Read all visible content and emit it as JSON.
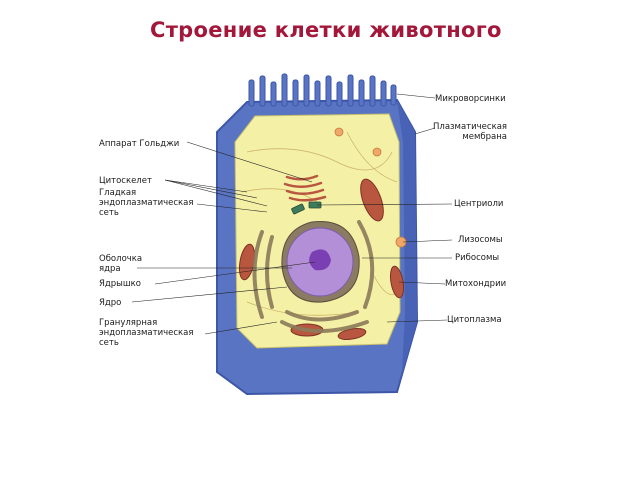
{
  "title": "Строение клетки животного",
  "labels": {
    "microvilli": "Микроворсинки",
    "plasma_membrane": "Плазматическая мембрана",
    "golgi": "Аппарат Гольджи",
    "cytoskeleton": "Цитоскелет",
    "smooth_er": "Гладкая эндоплазматическая сеть",
    "centrioles": "Центриоли",
    "lysosomes": "Лизосомы",
    "nuclear_envelope": "Оболочка ядра",
    "ribosomes": "Рибосомы",
    "nucleolus": "Ядрышко",
    "mitochondria": "Митохондрии",
    "nucleus": "Ядро",
    "rough_er": "Гранулярная эндоплазматическая сеть",
    "cytoplasm": "Цитоплазма"
  },
  "colors": {
    "title": "#a3173a",
    "membrane": "#5a74c4",
    "cytoplasm": "#f4f0a6",
    "nucleus": "#b28fd6",
    "nucleolus": "#7a3fb2",
    "mitochondria": "#b8563f",
    "rough_er": "#8b7b5a",
    "lysosome": "#f0a868"
  }
}
